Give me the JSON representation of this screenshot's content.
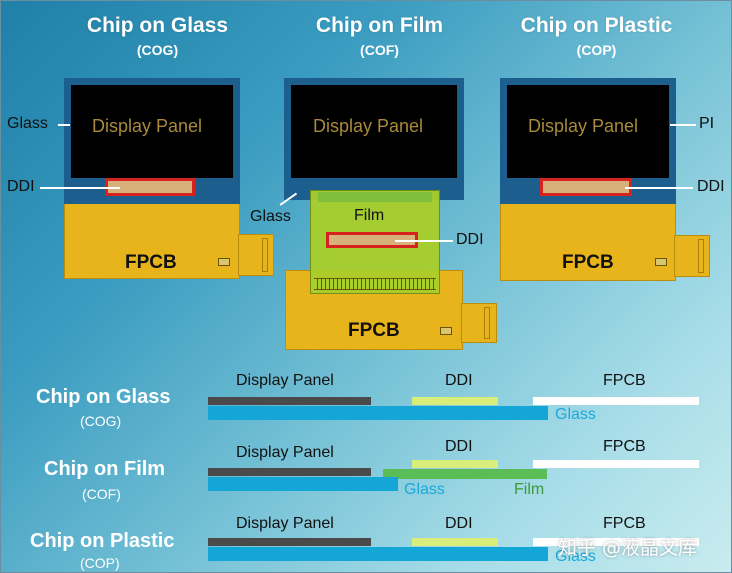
{
  "top": {
    "cog": {
      "title": "Chip on Glass",
      "sub": "(COG)"
    },
    "cof": {
      "title": "Chip on Film",
      "sub": "(COF)"
    },
    "cop": {
      "title": "Chip on Plastic",
      "sub": "(COP)"
    }
  },
  "labels": {
    "display_panel": "Display Panel",
    "fpcb": "FPCB",
    "ddi": "DDI",
    "glass": "Glass",
    "film": "Film",
    "pi": "PI"
  },
  "bottom": {
    "rows": [
      {
        "title": "Chip on Glass",
        "sub": "(COG)",
        "display_panel": "Display Panel",
        "ddi": "DDI",
        "fpcb": "FPCB",
        "substrate": "Glass"
      },
      {
        "title": "Chip on Film",
        "sub": "(COF)",
        "display_panel": "Display Panel",
        "ddi": "DDI",
        "fpcb": "FPCB",
        "substrate": "Glass",
        "film": "Film"
      },
      {
        "title": "Chip on Plastic",
        "sub": "(COP)",
        "display_panel": "Display Panel",
        "ddi": "DDI",
        "fpcb": "FPCB",
        "substrate": "Glass"
      }
    ]
  },
  "watermark": "知乎 @液晶文库",
  "colors": {
    "panel_border": "#1c5f8f",
    "fpcb": "#e8b41c",
    "film": "#a9cf2a",
    "ddi_border": "#d6231d",
    "glass_bar": "#14a6d6",
    "film_bar": "#5bbd55",
    "ddi_bar": "#d9ee7a",
    "panel_bar": "#4a4a4a"
  }
}
